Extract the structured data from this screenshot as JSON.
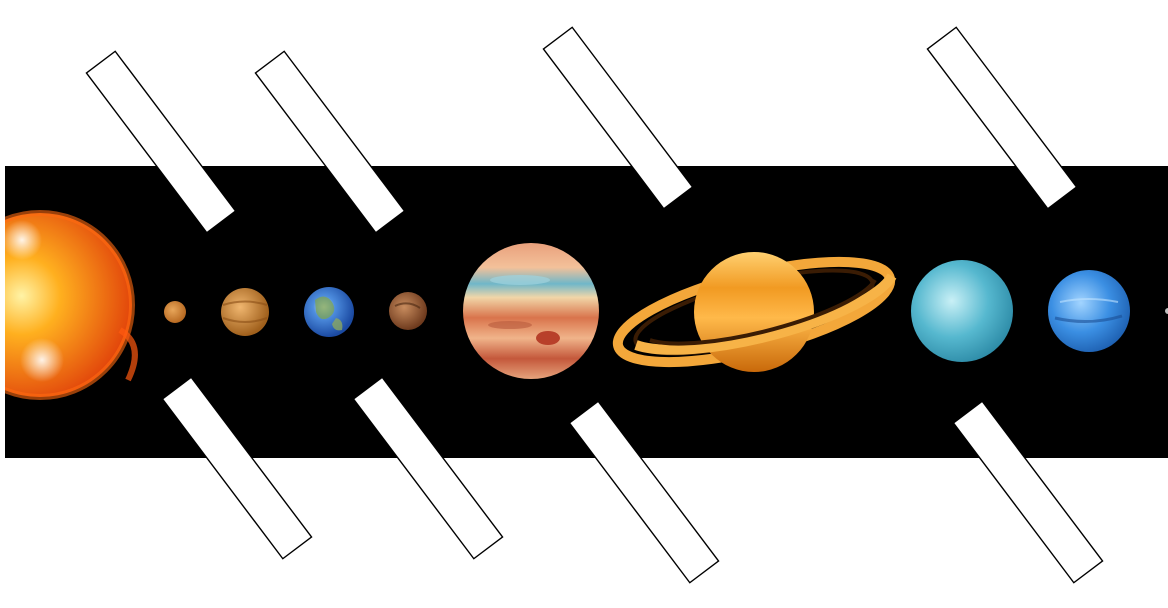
{
  "diagram": {
    "bodies": [
      {
        "name": "sun",
        "colors": [
          "#fff3a6",
          "#ffb01f",
          "#e2460b"
        ]
      },
      {
        "name": "mercury",
        "colors": [
          "#e8a65a",
          "#b86a22"
        ]
      },
      {
        "name": "venus",
        "colors": [
          "#f0b66f",
          "#a0601c"
        ]
      },
      {
        "name": "earth",
        "colors": [
          "#ffffff",
          "#4f8fe0",
          "#1b4aa2"
        ]
      },
      {
        "name": "mars",
        "colors": [
          "#c88c5e",
          "#6f3b1e"
        ]
      },
      {
        "name": "jupiter",
        "colors": [
          "#f3c19a",
          "#d9744c",
          "#6fb7c9"
        ]
      },
      {
        "name": "saturn",
        "colors": [
          "#ffd070",
          "#f19a22",
          "#c9690a"
        ]
      },
      {
        "name": "uranus",
        "colors": [
          "#c9f0f6",
          "#56b8cf",
          "#2c8aa6"
        ]
      },
      {
        "name": "neptune",
        "colors": [
          "#a2d4ff",
          "#3b8fe3",
          "#1d5fb0"
        ]
      },
      {
        "name": "pluto",
        "colors": [
          "#c0c0c0"
        ]
      }
    ],
    "blank_label_boxes": [
      {
        "name": "label-box-1",
        "text": ""
      },
      {
        "name": "label-box-2",
        "text": ""
      },
      {
        "name": "label-box-3",
        "text": ""
      },
      {
        "name": "label-box-4",
        "text": ""
      },
      {
        "name": "label-box-5",
        "text": ""
      },
      {
        "name": "label-box-6",
        "text": ""
      },
      {
        "name": "label-box-7",
        "text": ""
      },
      {
        "name": "label-box-8",
        "text": ""
      }
    ],
    "band_color": "#000000"
  }
}
